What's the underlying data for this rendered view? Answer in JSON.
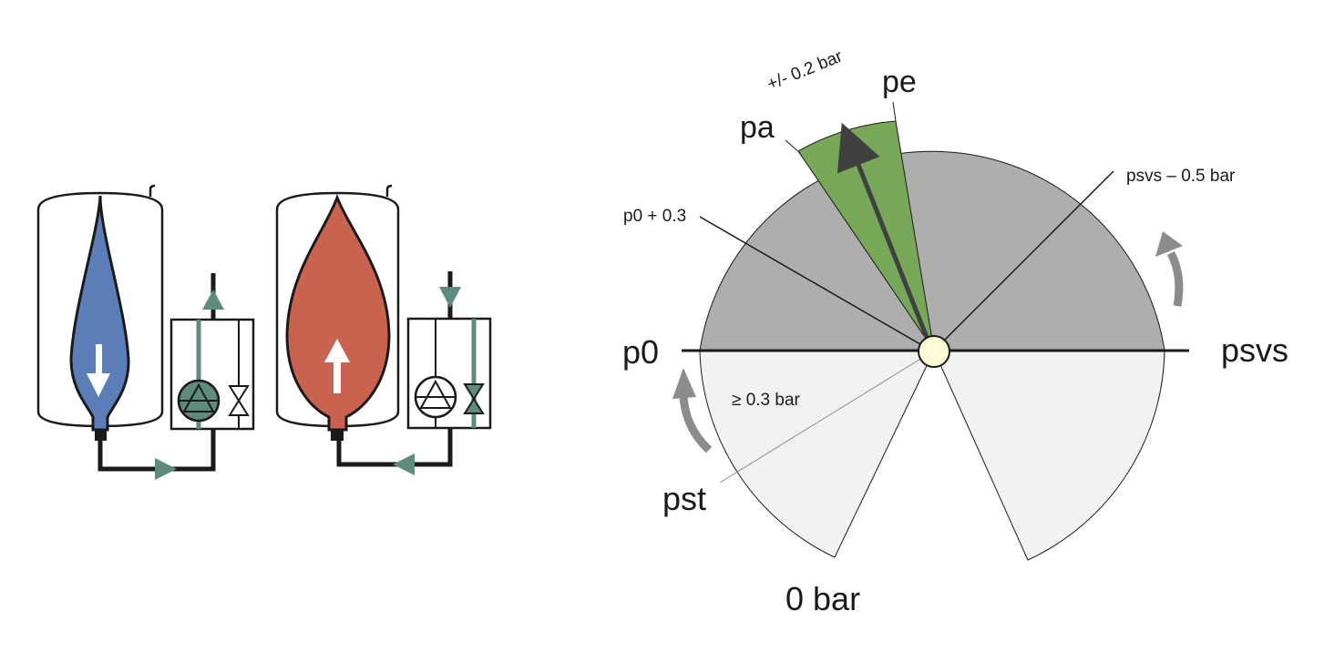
{
  "colors": {
    "vessel_outline": "#1a1a1a",
    "water_blue": "#5b7db8",
    "water_red": "#c96350",
    "pump_green": "#5e8c7a",
    "sector_dark_gray": "#aeaeae",
    "sector_light_gray": "#f2f2f2",
    "sector_green": "#76a858",
    "center_hub": "#fffbd6",
    "indicator_arrow": "#404040",
    "rotation_arrow": "#8c8c8c"
  },
  "icons": {
    "left_vessel": "expansion-vessel-icon",
    "right_vessel": "expansion-vessel-icon",
    "left_pump": "pump-icon",
    "right_pump": "pump-icon",
    "left_valve": "valve-icon",
    "right_valve": "valve-icon"
  },
  "gauge": {
    "labels": {
      "tolerance": "+/-  0.2 bar",
      "pe": "pe",
      "pa": "pa",
      "psvs_minus": "psvs – 0.5 bar",
      "p0_plus": "p0 + 0.3",
      "p0": "p0",
      "psvs": "psvs",
      "min_diff": "≥ 0.3 bar",
      "pst": "pst",
      "zero_bar": "0 bar"
    }
  }
}
